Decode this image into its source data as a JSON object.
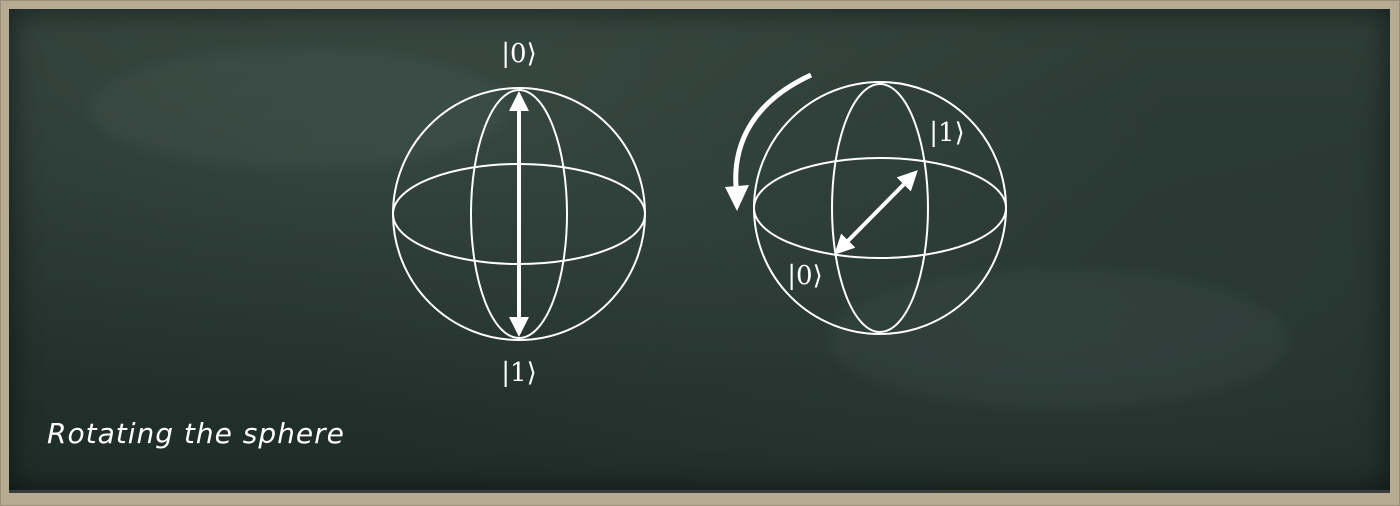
{
  "caption": "Rotating the sphere",
  "left_sphere": {
    "top_label": "|0⟩",
    "bottom_label": "|1⟩"
  },
  "right_sphere": {
    "upper_label": "|1⟩",
    "lower_label": "|0⟩"
  },
  "colors": {
    "board": "#263530",
    "chalk": "#ffffff",
    "frame": "#b8ab94"
  }
}
